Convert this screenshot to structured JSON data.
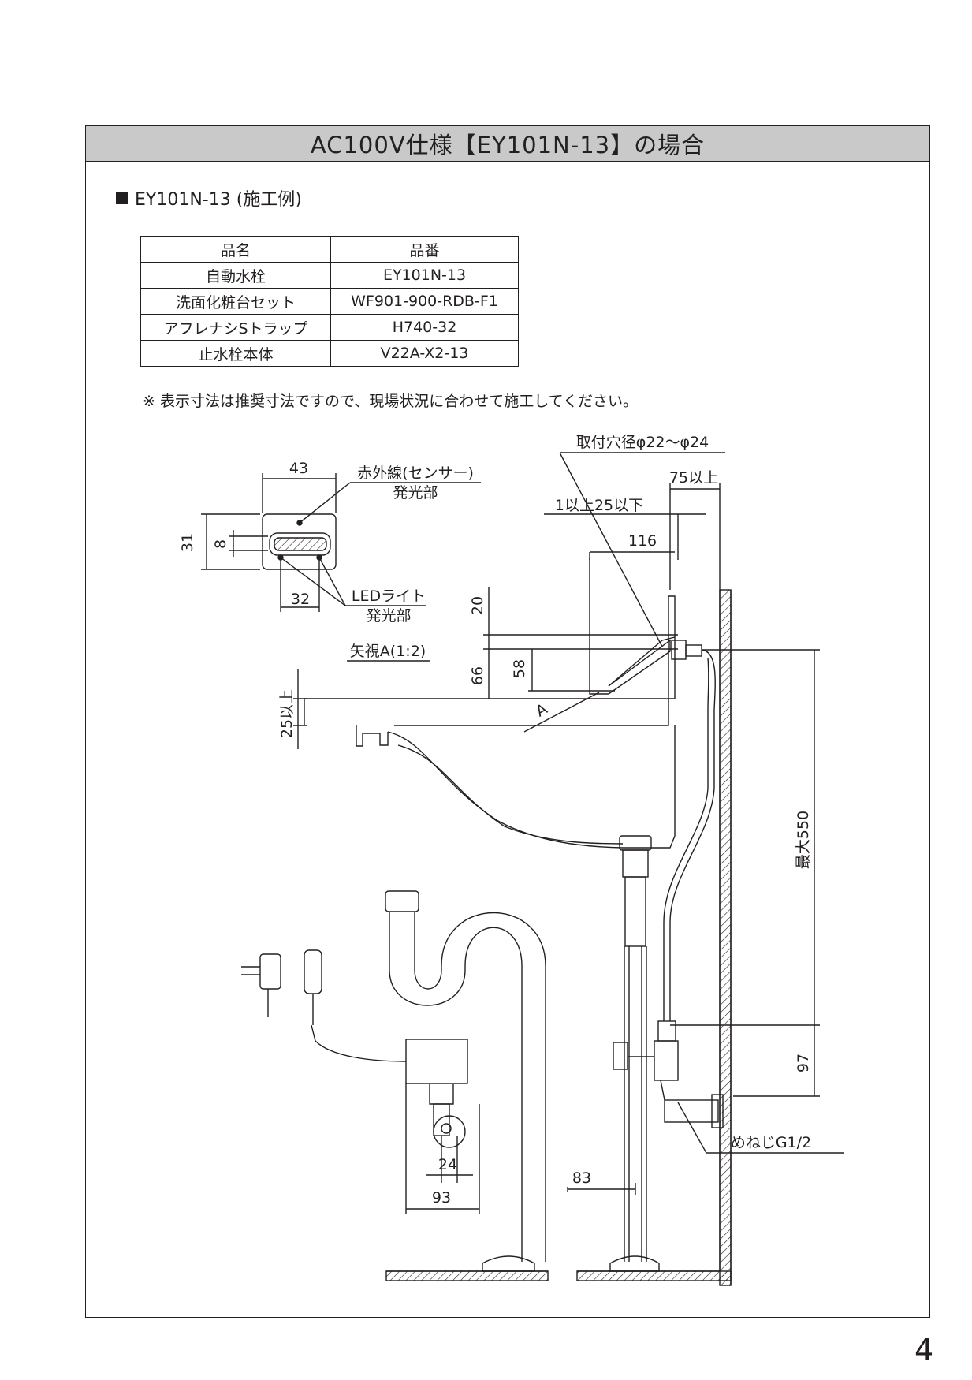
{
  "header": {
    "title": "AC100V仕様【EY101N-13】の場合"
  },
  "section": {
    "heading": "EY101N-13 (施工例)"
  },
  "parts_table": {
    "headers": [
      "品名",
      "品番"
    ],
    "rows": [
      [
        "自動水栓",
        "EY101N-13"
      ],
      [
        "洗面化粧台セット",
        "WF901-900-RDB-F1"
      ],
      [
        "アフレナシSトラップ",
        "H740-32"
      ],
      [
        "止水栓本体",
        "V22A-X2-13"
      ]
    ]
  },
  "note": "※ 表示寸法は推奨寸法ですので、現場状況に合わせて施工してください。",
  "sensor_detail": {
    "dim_width": "43",
    "dim_height": "31",
    "dim_window": "8",
    "dim_led_spacing": "32",
    "label_ir_line1": "赤外線(センサー)",
    "label_ir_line2": "発光部",
    "label_led_line1": "LEDライト",
    "label_led_line2": "発光部"
  },
  "main_drawing": {
    "hole_label": "取付穴径φ22〜φ24",
    "dim_75": "75以上",
    "dim_1to25": "1以上25以下",
    "dim_116": "116",
    "dim_20": "20",
    "dim_66": "66",
    "dim_58": "58",
    "dim_25": "25以上",
    "view_a_label": "矢視A(1:2)",
    "arrow_a": "A",
    "dim_550": "最大550",
    "dim_97": "97",
    "thread_label": "めねじG1/2",
    "dim_24": "24",
    "dim_93": "93",
    "dim_83": "83"
  },
  "page": {
    "number": "4"
  }
}
